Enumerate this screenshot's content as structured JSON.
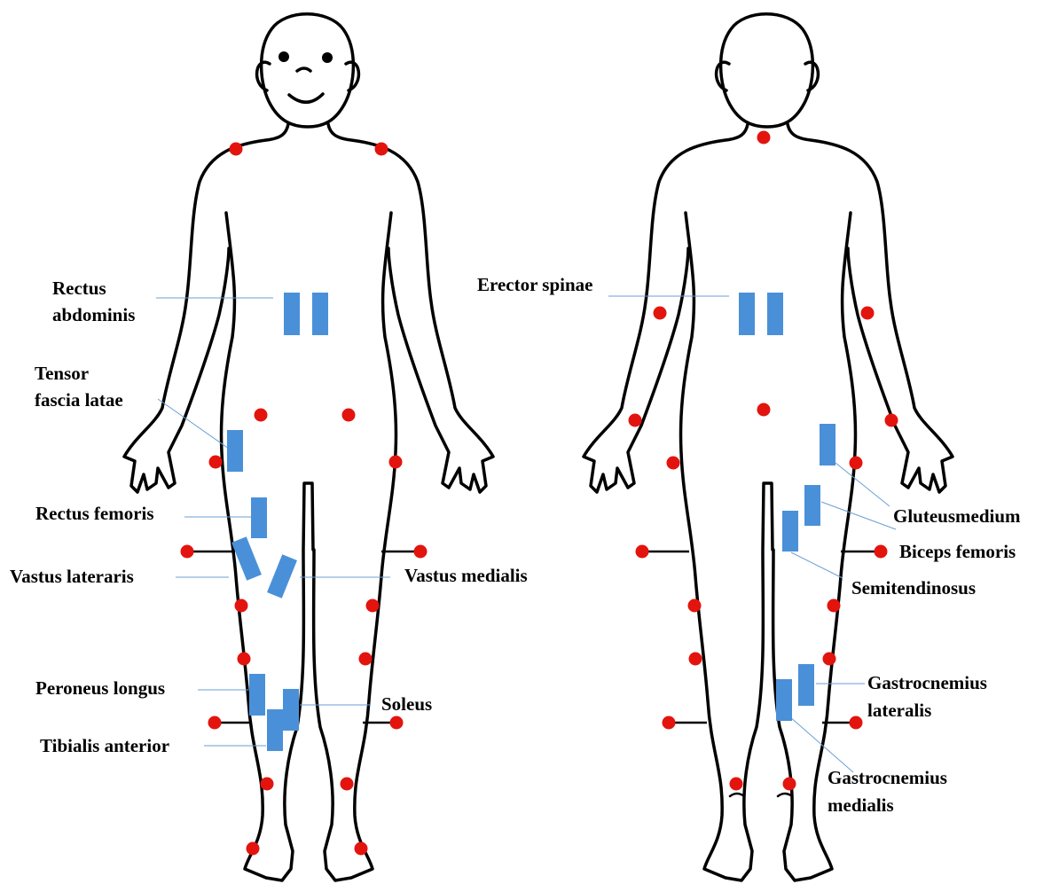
{
  "labels": {
    "rectus_abdominis": [
      "Rectus",
      "abdominis"
    ],
    "tensor_fascia_latae": [
      "Tensor",
      "fascia latae"
    ],
    "rectus_femoris": "Rectus femoris",
    "vastus_lateraris": "Vastus lateraris",
    "vastus_medialis": "Vastus medialis",
    "peroneus_longus": "Peroneus longus",
    "soleus": "Soleus",
    "tibialis_anterior": "Tibialis anterior",
    "erector_spinae": "Erector spinae",
    "gluteusmedium": "Gluteusmedium",
    "biceps_femoris": "Biceps femoris",
    "semitendinosus": "Semitendinosus",
    "gastrocnemius_lateralis": [
      "Gastrocnemius",
      "lateralis"
    ],
    "gastrocnemius_medialis": [
      "Gastrocnemius",
      "medialis"
    ]
  },
  "colors": {
    "electrode_marker": "#e3140e",
    "muscle_marker": "#4a90d9",
    "leader_line": "#6a9fd6",
    "outline": "#000000"
  }
}
